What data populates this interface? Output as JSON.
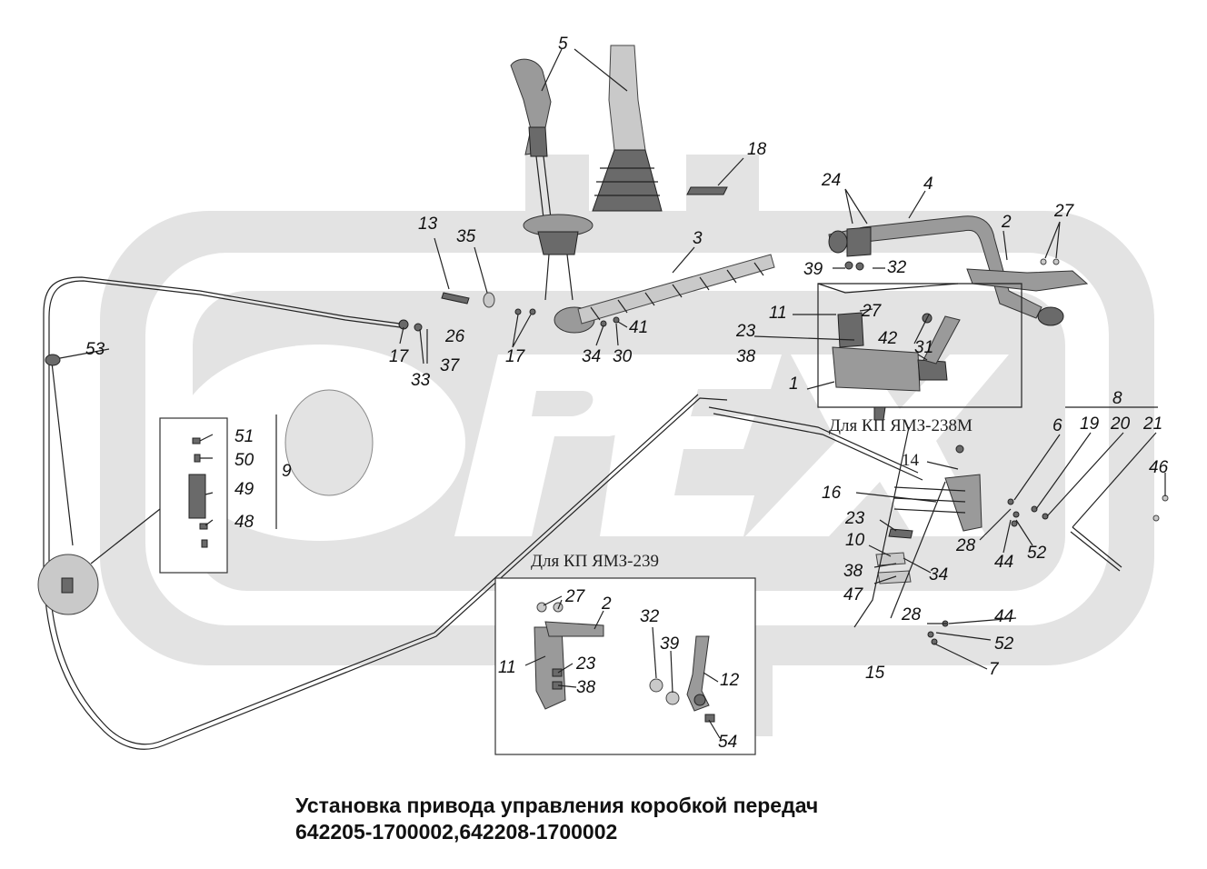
{
  "caption": {
    "line1": "Установка привода управления коробкой передач",
    "line2": "642205-1700002,642208-1700002"
  },
  "notes": {
    "kp_238m": "Для  КП ЯМЗ-238М",
    "kp_239": "Для  КП ЯМЗ-239"
  },
  "callouts": [
    "5",
    "18",
    "24",
    "4",
    "2",
    "27",
    "39",
    "32",
    "13",
    "35",
    "3",
    "53",
    "26",
    "17",
    "33",
    "37",
    "17",
    "34",
    "30",
    "41",
    "11",
    "27",
    "23",
    "38",
    "42",
    "31",
    "1",
    "14",
    "51",
    "50",
    "9",
    "49",
    "48",
    "6",
    "19",
    "20",
    "21",
    "8",
    "46",
    "16",
    "23",
    "28",
    "44",
    "52",
    "10",
    "34",
    "38",
    "47",
    "27",
    "2",
    "11",
    "23",
    "38",
    "32",
    "39",
    "12",
    "54",
    "28",
    "44",
    "52",
    "7",
    "15"
  ],
  "watermark": {
    "text": "OPEX",
    "color": "#e3e3e3"
  }
}
